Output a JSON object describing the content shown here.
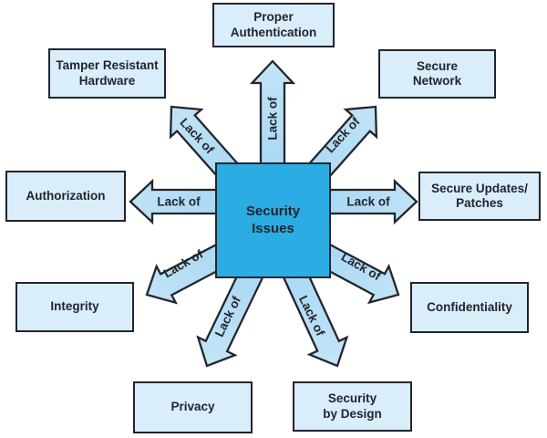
{
  "title": "Security Issues diagram",
  "colors": {
    "background": "#FFFFFF",
    "ink": "#23252C",
    "center_fill": "#2BACE3",
    "node_fill": "#D9EDFB",
    "arrow_fill_inner": "#A9D8F3",
    "arrow_fill_outer": "#D3EBFA"
  },
  "center": {
    "label": "Security\nIssues"
  },
  "nodes": [
    {
      "id": "proper-authentication",
      "label": "Proper\nAuthentication"
    },
    {
      "id": "tamper-resistant-hardware",
      "label": "Tamper Resistant\nHardware"
    },
    {
      "id": "secure-network",
      "label": "Secure\nNetwork"
    },
    {
      "id": "authorization",
      "label": "Authorization"
    },
    {
      "id": "secure-updates-patches",
      "label": "Secure Updates/\nPatches"
    },
    {
      "id": "integrity",
      "label": "Integrity"
    },
    {
      "id": "confidentiality",
      "label": "Confidentiality"
    },
    {
      "id": "privacy",
      "label": "Privacy"
    },
    {
      "id": "security-by-design",
      "label": "Security\nby Design"
    }
  ],
  "arrows": [
    {
      "to": "proper-authentication",
      "label": "Lack of"
    },
    {
      "to": "tamper-resistant-hardware",
      "label": "Lack of"
    },
    {
      "to": "secure-network",
      "label": "Lack of"
    },
    {
      "to": "authorization",
      "label": "Lack of"
    },
    {
      "to": "secure-updates-patches",
      "label": "Lack of"
    },
    {
      "to": "integrity",
      "label": "Lack of"
    },
    {
      "to": "confidentiality",
      "label": "Lack of"
    },
    {
      "to": "privacy",
      "label": "Lack of"
    },
    {
      "to": "security-by-design",
      "label": "Lack of"
    }
  ]
}
